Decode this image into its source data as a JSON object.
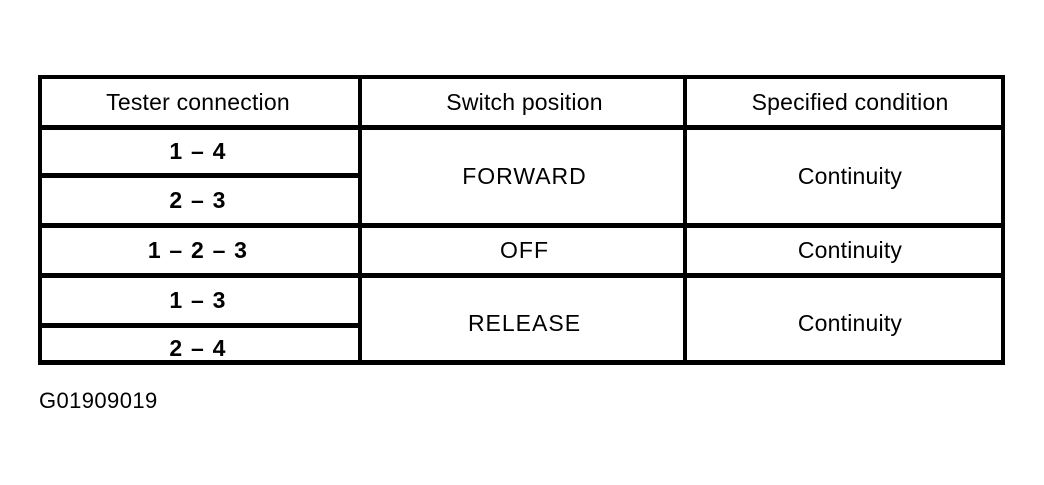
{
  "figure": {
    "caption": "G01909019"
  },
  "table": {
    "headers": [
      "Tester connection",
      "Switch position",
      "Specified condition"
    ],
    "groups": [
      {
        "connections": [
          "1 – 4",
          "2 – 3"
        ],
        "switch_position": "FORWARD",
        "specified_condition": "Continuity"
      },
      {
        "connections": [
          "1 – 2 – 3"
        ],
        "switch_position": "OFF",
        "specified_condition": "Continuity"
      },
      {
        "connections": [
          "1 – 3",
          "2 – 4"
        ],
        "switch_position": "RELEASE",
        "specified_condition": "Continuity"
      }
    ]
  },
  "style": {
    "ink_color": "#000000",
    "paper_color": "#ffffff"
  }
}
